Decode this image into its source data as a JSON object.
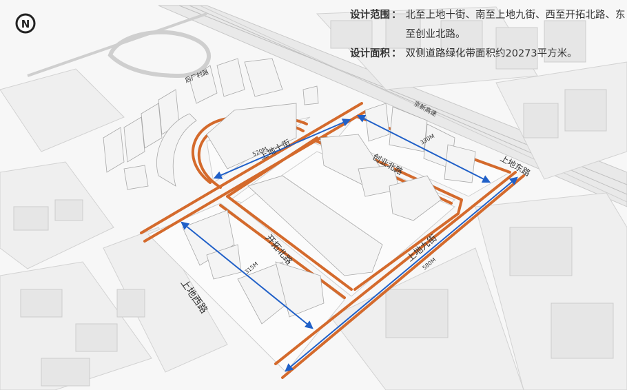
{
  "info": {
    "scope_label": "设计范围",
    "scope_text": "北至上地十街、南至上地九街、西至开拓北路、东至创业北路。",
    "area_label": "设计面积",
    "area_text": "双侧道路绿化带面积约20273平方米。"
  },
  "compass": {
    "letter": "N"
  },
  "roads": {
    "shangdi_10": "上地十街",
    "shangdi_9": "上地九街",
    "kaituo_north": "开拓北路",
    "chuangye_north": "创业北路",
    "shangdi_west": "上地西路",
    "shangdi_east": "上地东路",
    "rail_label_top": "后厂村路",
    "rail_label_right": "京新高速"
  },
  "dimensions": {
    "d_520": "520M",
    "d_315": "315M",
    "d_580": "580M",
    "d_right": "330M"
  },
  "colors": {
    "road_highlight": "#d46a2c",
    "dimension_arrow": "#2060c8",
    "building": "#f4f4f4",
    "ground": "#fafafa",
    "line": "#c8c8c8"
  }
}
